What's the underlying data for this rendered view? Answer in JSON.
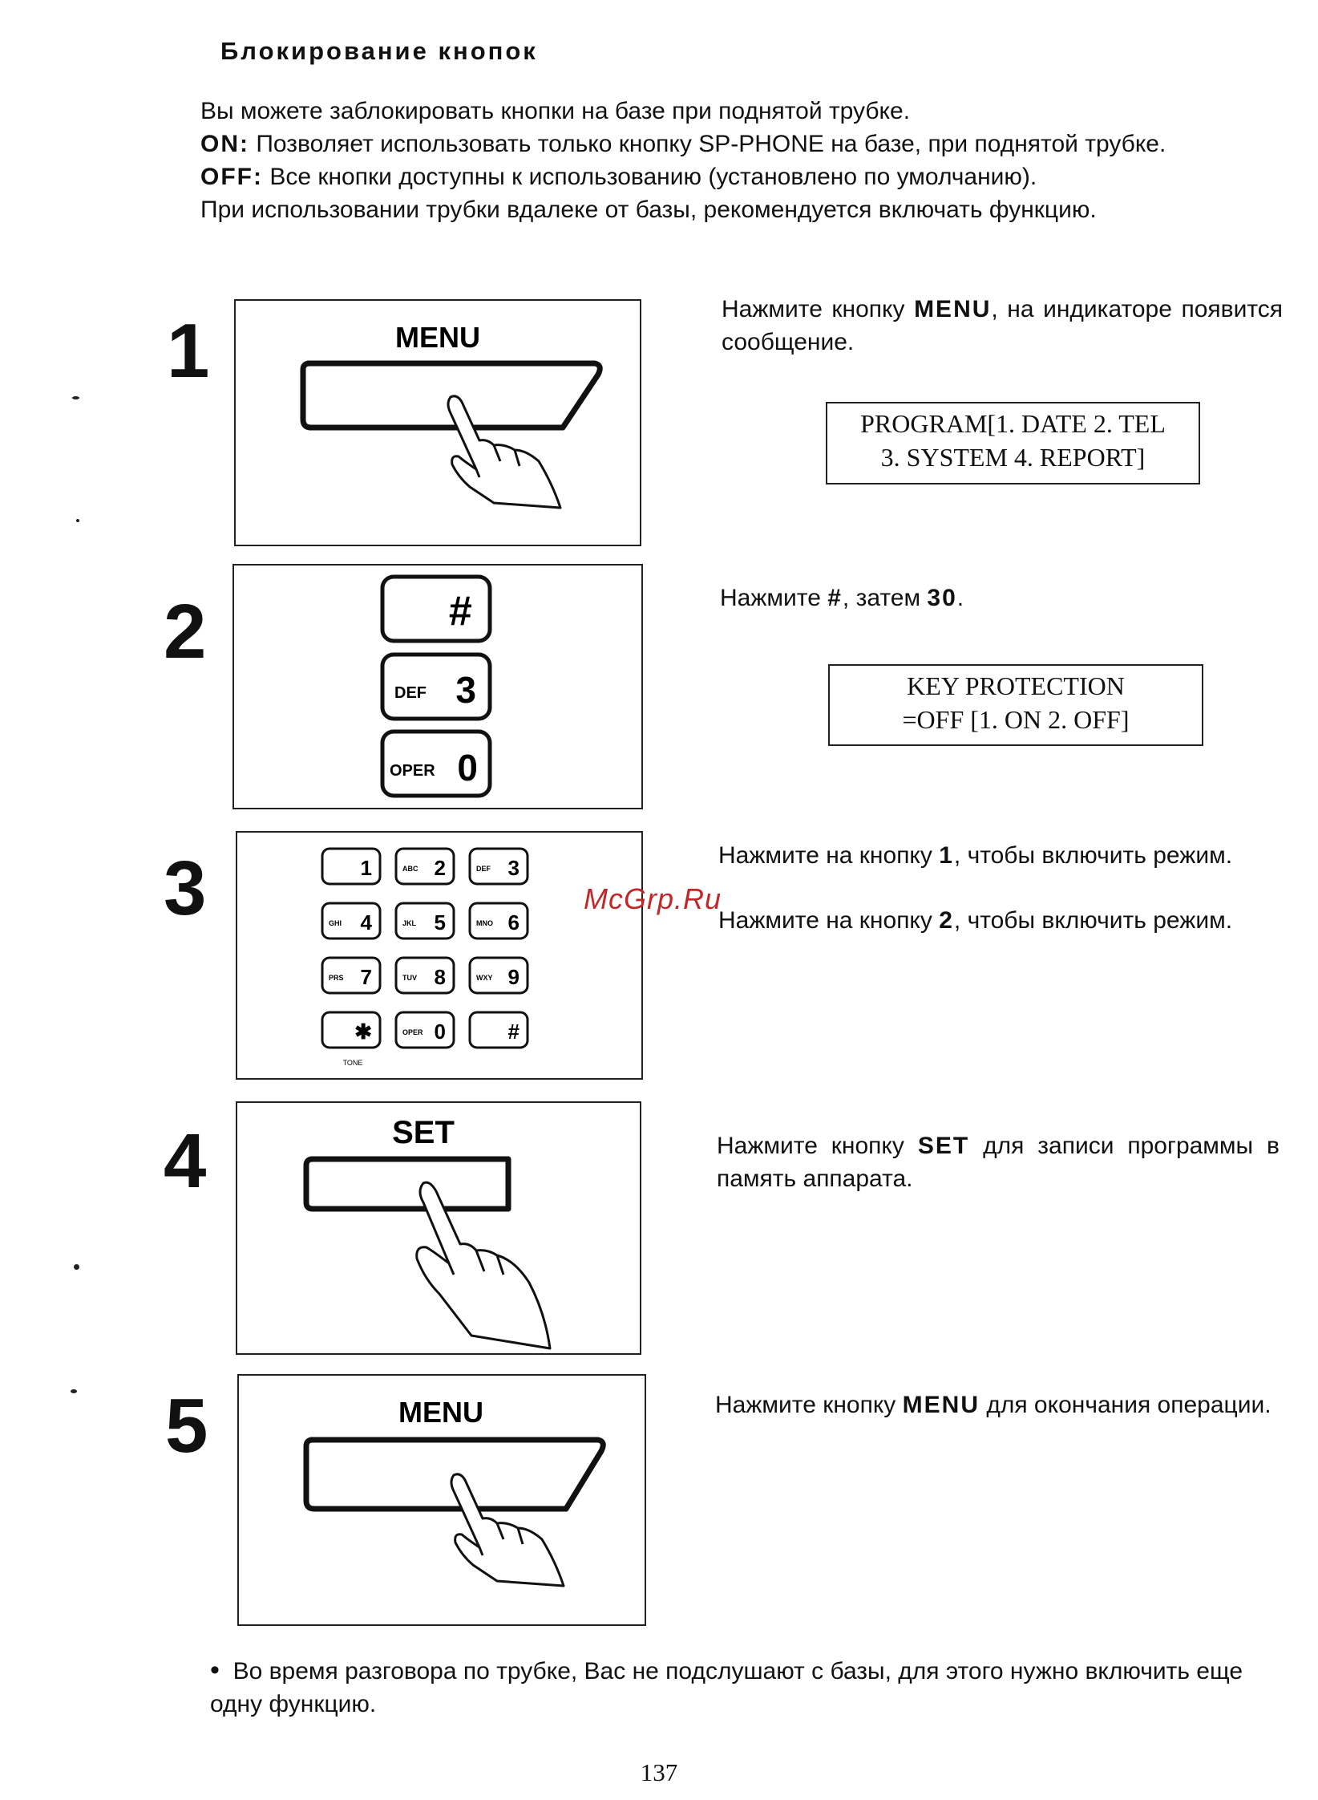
{
  "title": "Блокирование кнопок",
  "intro": {
    "line1": "Вы можете заблокировать кнопки на базе при поднятой трубке.",
    "on_label": "ON:",
    "on_text": "Позволяет использовать только кнопку SP-PHONE на базе, при поднятой трубке.",
    "off_label": "OFF:",
    "off_text": "Все кнопки доступны к использованию (установлено по умолчанию).",
    "line4": "При использовании трубки вдалеке от базы, рекомендуется включать функцию."
  },
  "steps": [
    {
      "number": "1",
      "illustration": {
        "button_label": "MENU",
        "icon": "finger-press-icon"
      },
      "desc": {
        "a": "Нажмите кнопку ",
        "b": "MENU",
        "c": ", на индикаторе появится сообщение."
      },
      "display": {
        "line1": "PROGRAM[1. DATE 2. TEL",
        "line2": "3. SYSTEM  4. REPORT]"
      }
    },
    {
      "number": "2",
      "illustration": {
        "keys": [
          {
            "sub": "",
            "main": "#"
          },
          {
            "sub": "DEF",
            "main": "3"
          },
          {
            "sub": "OPER",
            "main": "0"
          }
        ]
      },
      "desc": {
        "a": "Нажмите ",
        "b": "#",
        "c": ", затем ",
        "d": "30",
        "e": "."
      },
      "display": {
        "line1": "KEY PROTECTION",
        "line2": "=OFF [1. ON  2. OFF]"
      }
    },
    {
      "number": "3",
      "illustration": {
        "keypad": [
          {
            "sub": "",
            "main": "1"
          },
          {
            "sub": "ABC",
            "main": "2"
          },
          {
            "sub": "DEF",
            "main": "3"
          },
          {
            "sub": "GHI",
            "main": "4"
          },
          {
            "sub": "JKL",
            "main": "5"
          },
          {
            "sub": "MNO",
            "main": "6"
          },
          {
            "sub": "PRS",
            "main": "7"
          },
          {
            "sub": "TUV",
            "main": "8"
          },
          {
            "sub": "WXY",
            "main": "9"
          },
          {
            "sub": "",
            "main": "✱"
          },
          {
            "sub": "OPER",
            "main": "0"
          },
          {
            "sub": "",
            "main": "#"
          }
        ],
        "tone_label": "TONE"
      },
      "desc1": {
        "a": "Нажмите на кнопку ",
        "b": "1",
        "c": ", чтобы включить режим."
      },
      "desc2": {
        "a": "Нажмите на кнопку ",
        "b": "2",
        "c": ", чтобы включить режим."
      }
    },
    {
      "number": "4",
      "illustration": {
        "button_label": "SET",
        "icon": "finger-press-icon"
      },
      "desc": {
        "a": "Нажмите кнопку ",
        "b": "SET",
        "c": " для записи программы в память аппарата."
      }
    },
    {
      "number": "5",
      "illustration": {
        "button_label": "MENU",
        "icon": "finger-press-icon"
      },
      "desc": {
        "a": "Нажмите кнопку ",
        "b": "MENU",
        "c": " для окончания операции."
      }
    }
  ],
  "watermark": "McGrp.Ru",
  "footnote": {
    "bullet": "•",
    "text": "Во время разговора по трубке, Вас не подслушают с базы, для этого нужно включить еще одну функцию."
  },
  "page_number": "137"
}
